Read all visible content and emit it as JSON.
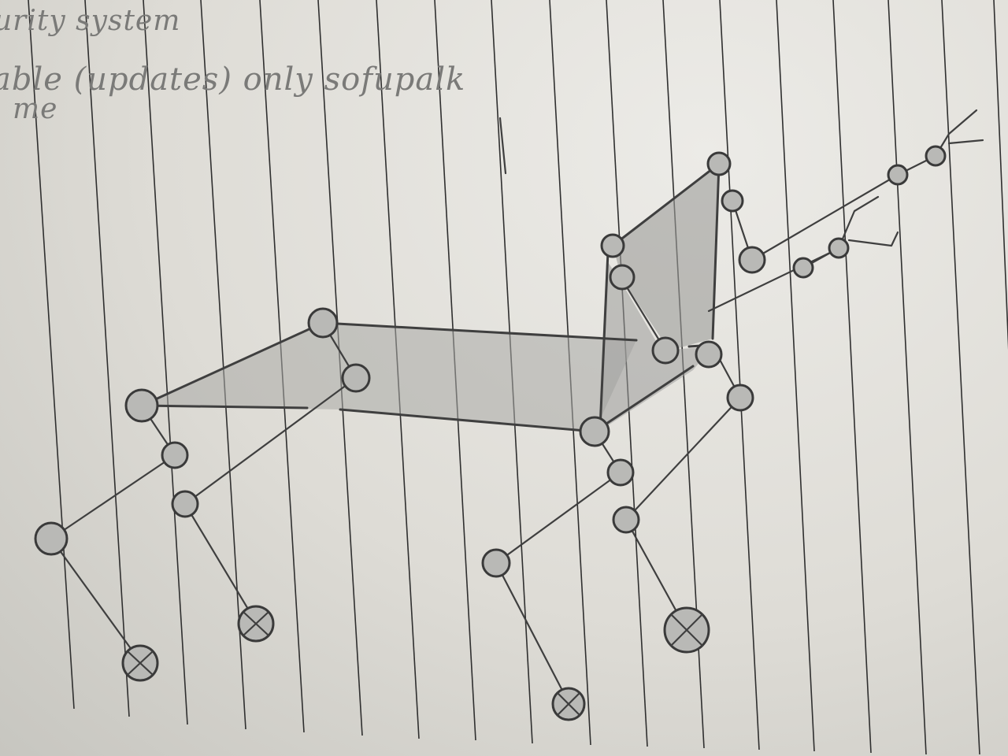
{
  "notes": {
    "line1": "urity system",
    "line2": "able (updates) only sofupalk",
    "line3": "me"
  },
  "colors": {
    "paper": "#e6e5e0",
    "rule_line": "#2c2c2c",
    "pencil": "#3f3f3f",
    "shading": "#9d9d9a"
  },
  "subject": "pencil sketch of a quadruped robot (four jointed legs, body panel, neck/head panel, two segmented antennae) on ruled paper"
}
